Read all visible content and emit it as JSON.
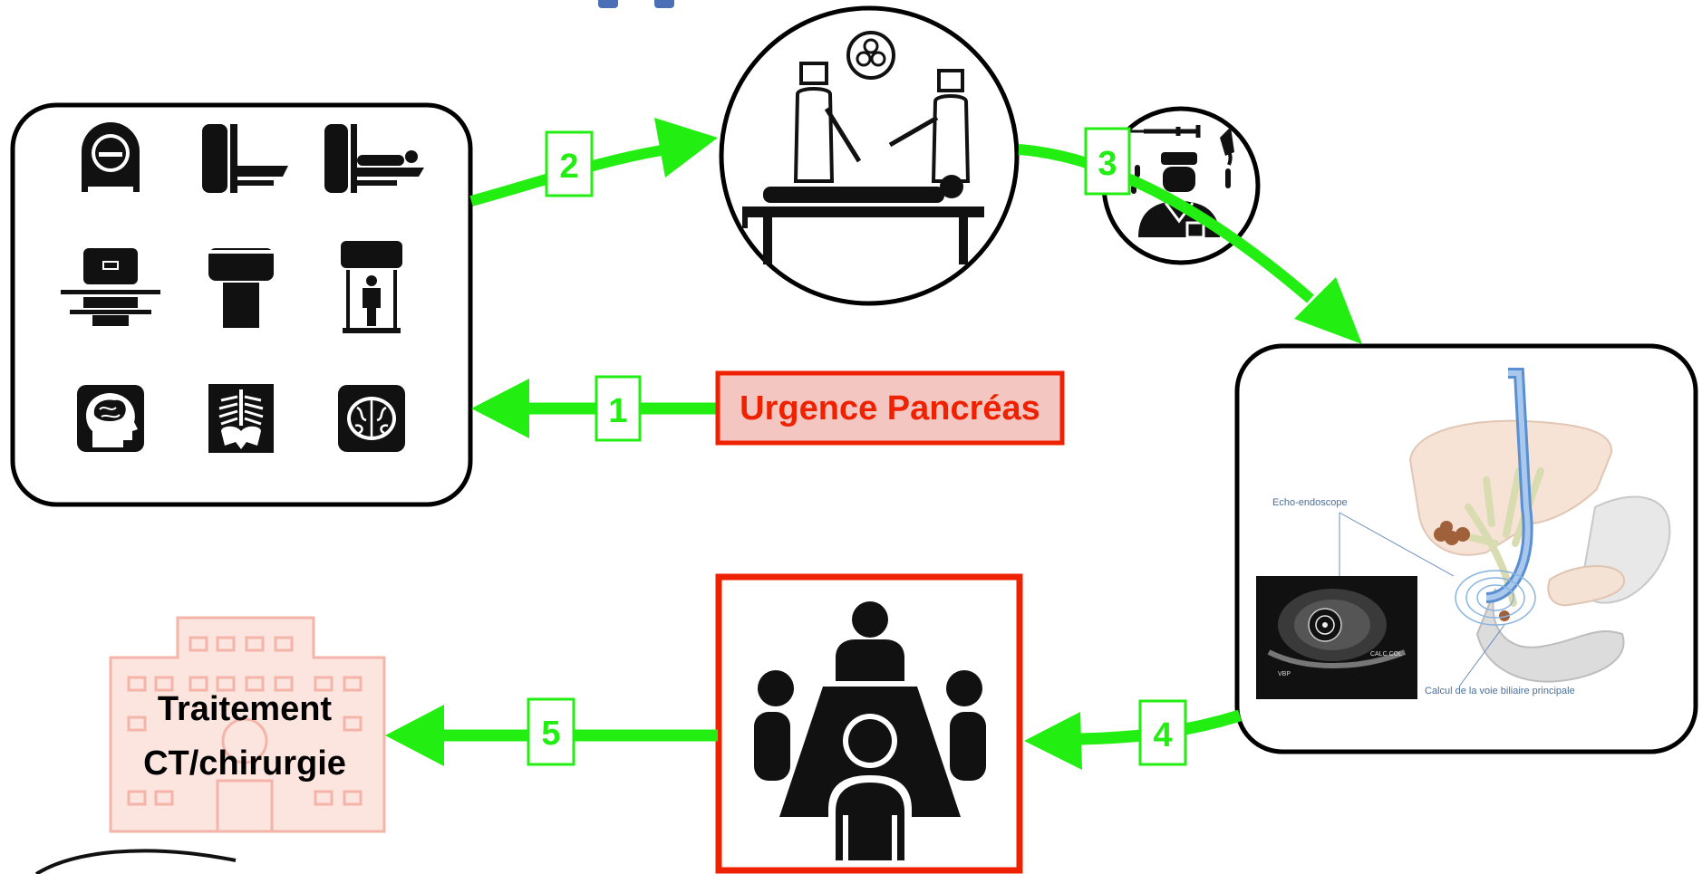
{
  "steps": [
    {
      "number": "1"
    },
    {
      "number": "2"
    },
    {
      "number": "3"
    },
    {
      "number": "4"
    },
    {
      "number": "5"
    }
  ],
  "urgence_box": {
    "label": "Urgence Pancréas"
  },
  "hospital": {
    "line1": "Traitement",
    "line2": "CT/chirurgie"
  },
  "endoscopy": {
    "echo_label": "Echo-endoscope",
    "calc_label": "Calcul de la voie biliaire principale",
    "us_tag_left": "VBP",
    "us_tag_right": "CALC COL"
  },
  "colors": {
    "arrow": "#22ee11",
    "alert_red": "#ee2200",
    "hospital_pink": "#f4b4a8",
    "urgence_fill": "#f4c6c2",
    "accent_blue": "#4a6fb5"
  },
  "icons": {
    "imaging_grid": [
      "mri-scanner-icon",
      "ct-scanner-side-icon",
      "ct-patient-icon",
      "pet-scanner-icon",
      "c-arm-icon",
      "body-scanner-icon",
      "brain-head-icon",
      "chest-xray-icon",
      "brain-icon"
    ],
    "surgery": "surgeons-operating-icon",
    "anesthesia": "anesthetist-icon",
    "meeting": "multidisciplinary-meeting-icon",
    "hospital": "hospital-building-icon"
  }
}
